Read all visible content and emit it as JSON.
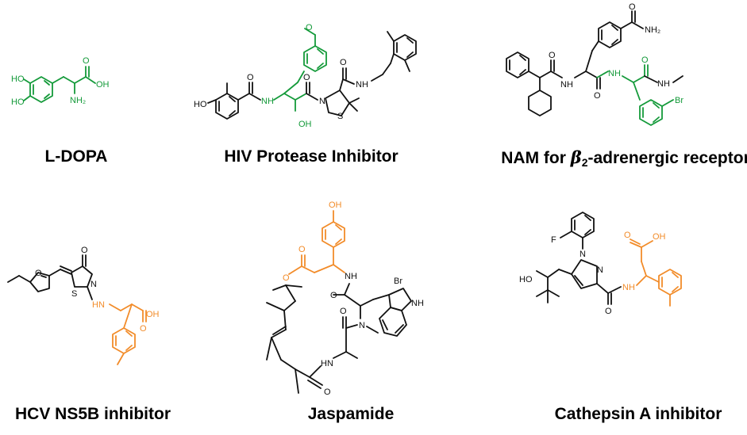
{
  "colors": {
    "bond": "#111111",
    "highlight_green": "#149a3a",
    "highlight_orange": "#f28c2a",
    "background": "#ffffff"
  },
  "captions": {
    "ldopa": "L-DOPA",
    "hiv": "HIV Protease Inhibitor",
    "nam_prefix": "NAM for ",
    "nam_beta": "β",
    "nam_sub": "2",
    "nam_suffix": "-adrenergic receptor",
    "hcv": "HCV NS5B inhibitor",
    "jasp": "Jaspamide",
    "cath": "Cathepsin A inhibitor"
  },
  "atoms": {
    "ho": "HO",
    "oh": "OH",
    "o": "O",
    "nh2": "NH₂",
    "n": "N",
    "nh": "NH",
    "hn": "HN",
    "s": "S",
    "br": "Br",
    "f": "F"
  }
}
